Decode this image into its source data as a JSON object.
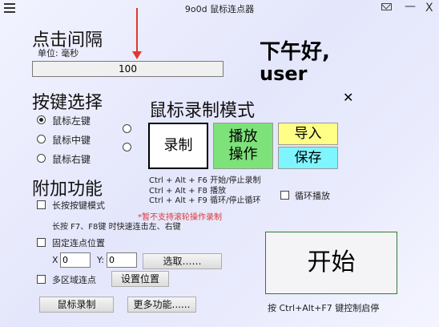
{
  "window": {
    "title": "9o0d 鼠标连点器",
    "min_label": "—",
    "close_label": "X"
  },
  "interval": {
    "heading": "点击间隔",
    "unit": "单位: 毫秒",
    "value": "100"
  },
  "greeting": {
    "line1": "下午好,",
    "line2": "user"
  },
  "dismiss_label": "✕",
  "key_select": {
    "heading": "按键选择",
    "options": [
      "鼠标左键",
      "鼠标中键",
      "鼠标右键"
    ],
    "selected": 0
  },
  "record": {
    "heading": "鼠标录制模式",
    "record_btn": "录制",
    "play_btn": "播放\n操作",
    "import_btn": "导入",
    "save_btn": "保存",
    "hotkeys": [
      "Ctrl + Alt + F6 开始/停止录制",
      "Ctrl + Alt + F8 播放",
      "Ctrl + Alt + F9 循环/停止循环"
    ],
    "loop_label": "循环播放",
    "colors": {
      "play": "#7ee27a",
      "import": "#ffff88",
      "save": "#7ff5ff"
    }
  },
  "extra": {
    "heading": "附加功能",
    "long_press": "长按按键模式",
    "scroll_note": "*暂不支持滚轮操作录制",
    "f7_f8_note": "长按 F7、F8键 时快速连击左、右键",
    "fixed_pos": "固定连点位置",
    "x_label": "X",
    "x_value": "0",
    "y_label": "Y:",
    "y_value": "0",
    "pick_btn": "选取……",
    "multi_area": "多区域连点",
    "set_pos_btn": "设置位置",
    "mouse_record_btn": "鼠标录制",
    "more_btn": "更多功能......"
  },
  "start": {
    "label": "开始",
    "hint": "按 Ctrl+Alt+F7 键控制启停"
  }
}
